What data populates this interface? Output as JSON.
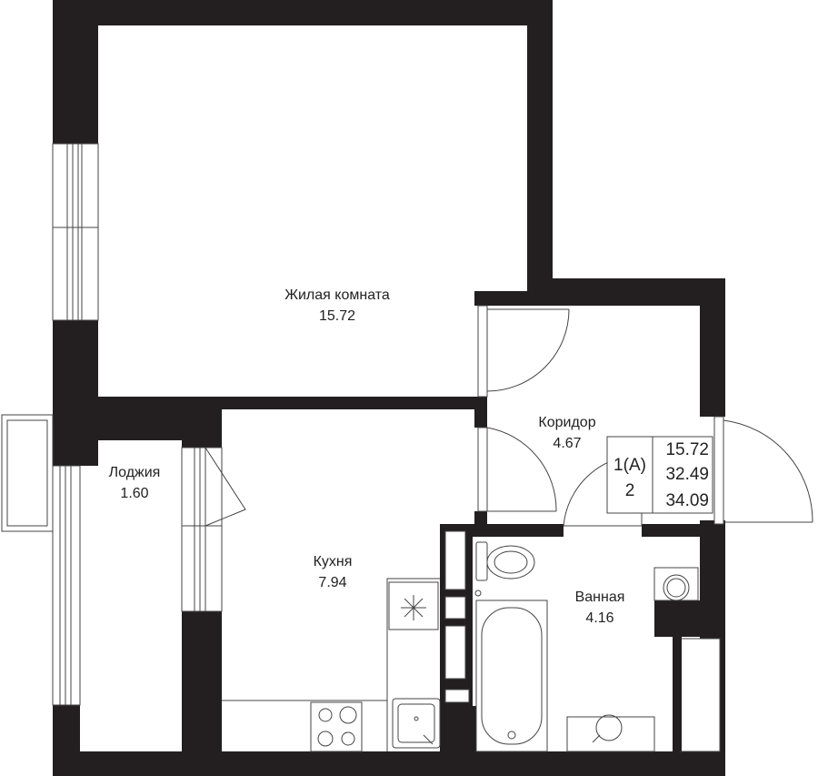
{
  "rooms": {
    "living": {
      "name": "Жилая комната",
      "area": "15.72"
    },
    "corridor": {
      "name": "Коридор",
      "area": "4.67"
    },
    "loggia": {
      "name": "Лоджия",
      "area": "1.60"
    },
    "kitchen": {
      "name": "Кухня",
      "area": "7.94"
    },
    "bathroom": {
      "name": "Ванная",
      "area": "4.16"
    }
  },
  "summary": {
    "type": "1(А)",
    "floor": "2",
    "living_area": "15.72",
    "total_area": "32.49",
    "area_with_loggia": "34.09"
  },
  "colors": {
    "wall": "#231f20",
    "line": "#444444",
    "background": "#ffffff"
  }
}
